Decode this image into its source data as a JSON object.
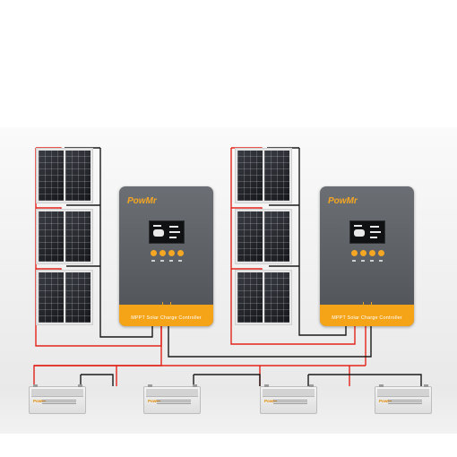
{
  "controllers": [
    {
      "brand": "PowMr",
      "caption": "MPPT  Solar  Charge  Controller"
    },
    {
      "brand": "PowMr",
      "caption": "MPPT  Solar  Charge  Controller"
    }
  ],
  "batteries": [
    {
      "brand": "PowMr"
    },
    {
      "brand": "PowMr"
    },
    {
      "brand": "PowMr"
    },
    {
      "brand": "PowMr"
    }
  ],
  "colors": {
    "positive_wire": "#e1241b",
    "negative_wire": "#1a1a1a",
    "controller_body": "#5c6065",
    "controller_accent": "#f5a418",
    "panel_cells": "#1c1e22"
  },
  "icons": {
    "controller_display": "lcd-screen-icon",
    "controller_buttons": "orange-button-icons"
  }
}
